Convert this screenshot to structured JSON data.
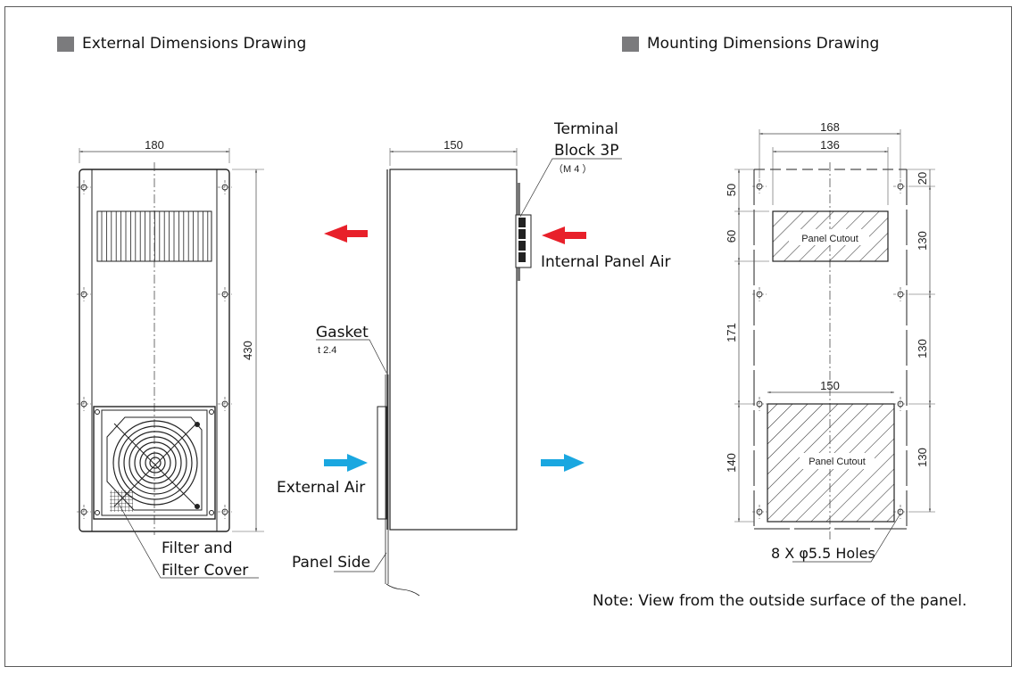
{
  "titles": {
    "external": "External Dimensions Drawing",
    "mounting": "Mounting Dimensions Drawing"
  },
  "front_view": {
    "width_dim": "180",
    "height_dim": "430",
    "filter_label_line1": "Filter and",
    "filter_label_line2": "Filter Cover"
  },
  "side_view": {
    "depth_dim": "150",
    "terminal_line1": "Terminal",
    "terminal_line2": "Block 3P",
    "terminal_spec": "（M 4 ）",
    "internal_air": "Internal Panel Air",
    "gasket": "Gasket",
    "gasket_thickness": "t 2.4",
    "external_air": "External Air",
    "panel_side": "Panel Side"
  },
  "mounting_view": {
    "outer_hole_span": "168",
    "upper_cutout_width": "136",
    "lower_cutout_width": "150",
    "left_dims": [
      "50",
      "60",
      "171",
      "140"
    ],
    "right_dims": [
      "20",
      "130",
      "130",
      "130"
    ],
    "cutout_label": "Panel Cutout",
    "holes_label": "8 X φ5.5 Holes"
  },
  "colors": {
    "hot_air": "#e8202a",
    "cold_air": "#1aa7e0",
    "title_square": "#7b7b7d"
  },
  "note": "Note: View from the outside surface of the panel."
}
